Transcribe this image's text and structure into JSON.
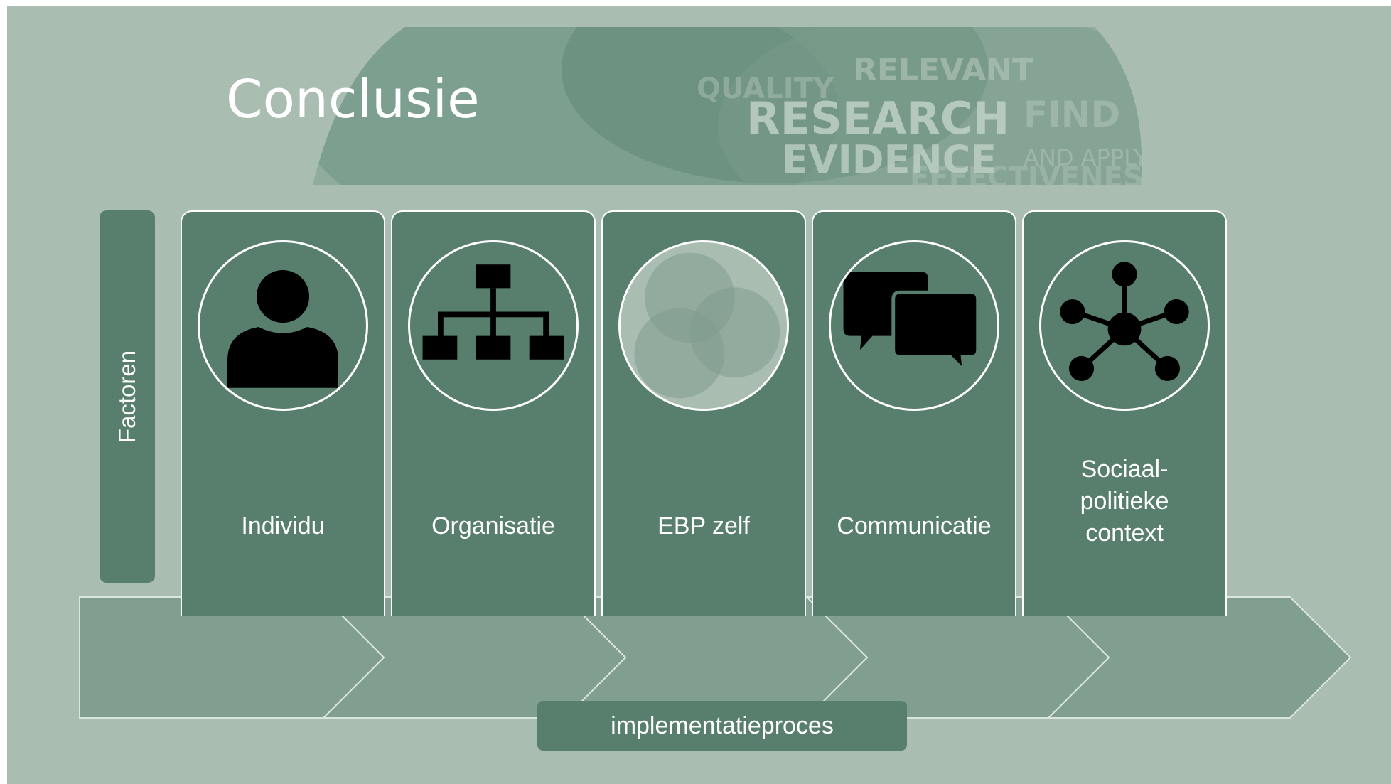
{
  "slide": {
    "title": "Conclusie",
    "side_label": "Factoren",
    "banner_words": [
      "RESEARCH",
      "EVIDENCE",
      "RELEVANT",
      "FIND",
      "AND APPLY",
      "QUALITY",
      "EFFECTIVENESS"
    ]
  },
  "factors": [
    {
      "label": "Individu",
      "icon": "person-icon"
    },
    {
      "label": "Organisatie",
      "icon": "org-chart-icon"
    },
    {
      "label": "EBP zelf",
      "icon": "venn-icon"
    },
    {
      "label": "Communicatie",
      "icon": "speech-bubbles-icon"
    },
    {
      "label": "Sociaal-\npolitieke\ncontext",
      "icon": "network-icon"
    }
  ],
  "process": {
    "label": "implementatieproces",
    "steps": 5
  },
  "colors": {
    "background": "#a9bdb1",
    "card": "#587f6e",
    "chevron": "#809f91",
    "text": "#ffffff",
    "icon": "#000000"
  }
}
